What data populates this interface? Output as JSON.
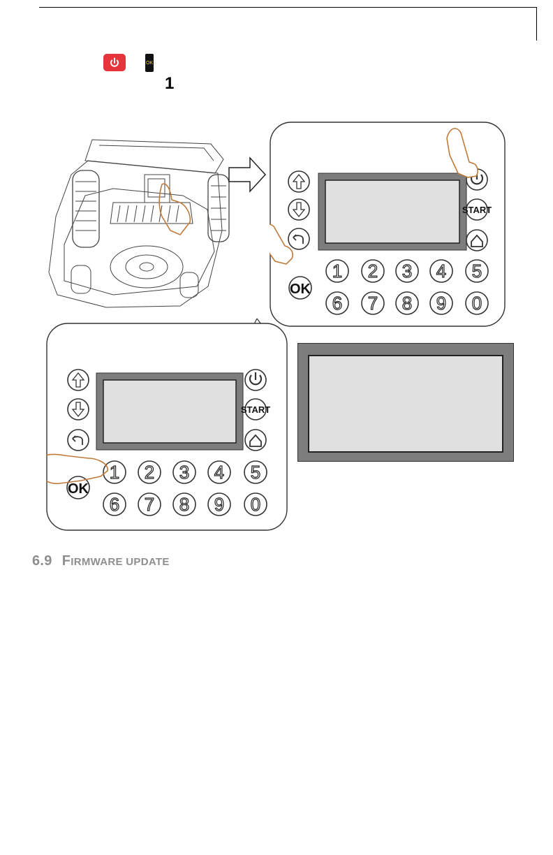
{
  "icons": {
    "power": "power-icon",
    "ok": "ok-key-icon",
    "hand": "pointing-hand-icon",
    "arrow_up": "arrow-up-icon",
    "arrow_down": "arrow-down-icon",
    "back": "back-arrow-icon",
    "home": "home-icon"
  },
  "instruction": {
    "ok_key_label": "OK",
    "step_number": "1"
  },
  "keypad": {
    "start_label": "START",
    "ok_label": "OK",
    "digits": [
      "1",
      "2",
      "3",
      "4",
      "5",
      "6",
      "7",
      "8",
      "9",
      "0"
    ]
  },
  "section": {
    "number": "6.9",
    "title_first": "F",
    "title_rest": "IRMWARE UPDATE"
  },
  "colors": {
    "power_button": "#e5343b",
    "ok_text": "#f5d90a",
    "hand_outline": "#c07a3a",
    "lcd_frame": "#7d7d7d",
    "lcd_screen": "#e0e0e0",
    "heading": "#8e8e8e"
  }
}
